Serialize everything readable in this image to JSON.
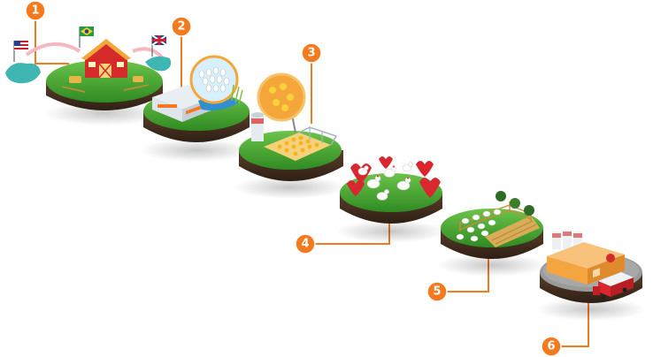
{
  "colors": {
    "accent": "#f47a20",
    "grass": "#3e9b2b",
    "grass_light": "#59b83b",
    "soil": "#4a3424",
    "soil_dark": "#2f2016",
    "barn": "#d42a2a",
    "water": "#2f8fd0",
    "floor": "#9a9a9a",
    "building": "#f5a540",
    "truck": "#d8272d"
  },
  "steps": [
    {
      "number": "1",
      "scene": "barn"
    },
    {
      "number": "2",
      "scene": "hatchery"
    },
    {
      "number": "3",
      "scene": "brooding-house"
    },
    {
      "number": "4",
      "scene": "free-range-chickens"
    },
    {
      "number": "5",
      "scene": "fenced-farm"
    },
    {
      "number": "6",
      "scene": "processing-plant"
    }
  ]
}
